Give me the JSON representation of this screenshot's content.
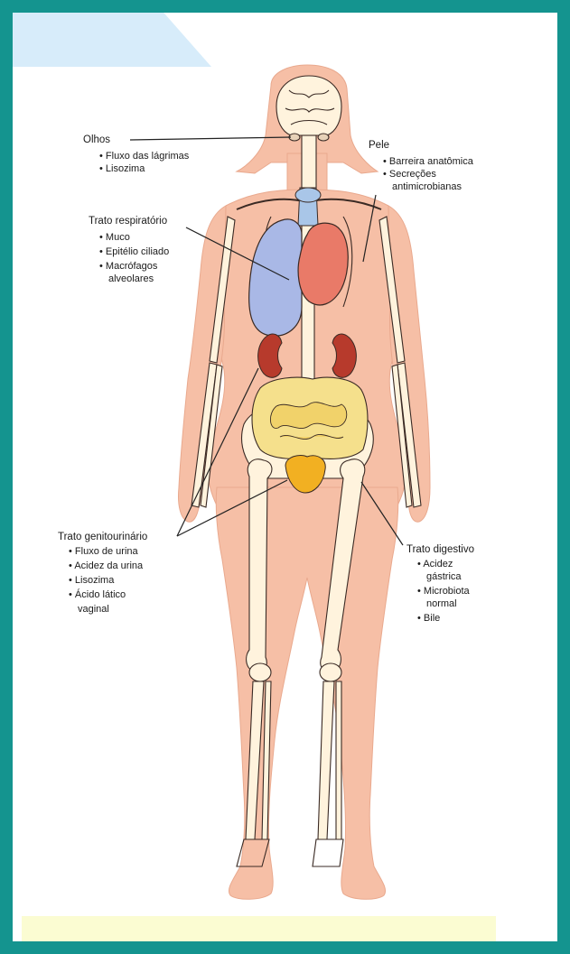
{
  "colors": {
    "frame": "#14948f",
    "skin": "#f6bfa6",
    "lung": "#a9b8e6",
    "heart": "#e97a68",
    "kidney": "#b73a2c",
    "intestine": "#f5e08c",
    "bladder": "#f2b022",
    "bone": "#fff3dd",
    "brain": "#fff3dd",
    "trachea": "#a9c6e8"
  },
  "labels": {
    "eyes": {
      "title": "Olhos",
      "items": [
        "Fluxo das lágrimas",
        "Lisozima"
      ]
    },
    "skin": {
      "title": "Pele",
      "items": [
        "Barreira anatômica",
        "Secreções",
        "antimicrobianas"
      ]
    },
    "respiratory": {
      "title": "Trato respiratório",
      "items": [
        "Muco",
        "Epitélio ciliado",
        "Macrófagos",
        "alveolares"
      ]
    },
    "genitourinary": {
      "title": "Trato genitourinário",
      "items": [
        "Fluxo de urina",
        "Acidez da urina",
        "Lisozima",
        "Ácido lático",
        "vaginal"
      ]
    },
    "digestive": {
      "title": "Trato digestivo",
      "items": [
        "Acidez",
        "gástrica",
        "Microbiota",
        "normal",
        "Bile"
      ]
    }
  }
}
